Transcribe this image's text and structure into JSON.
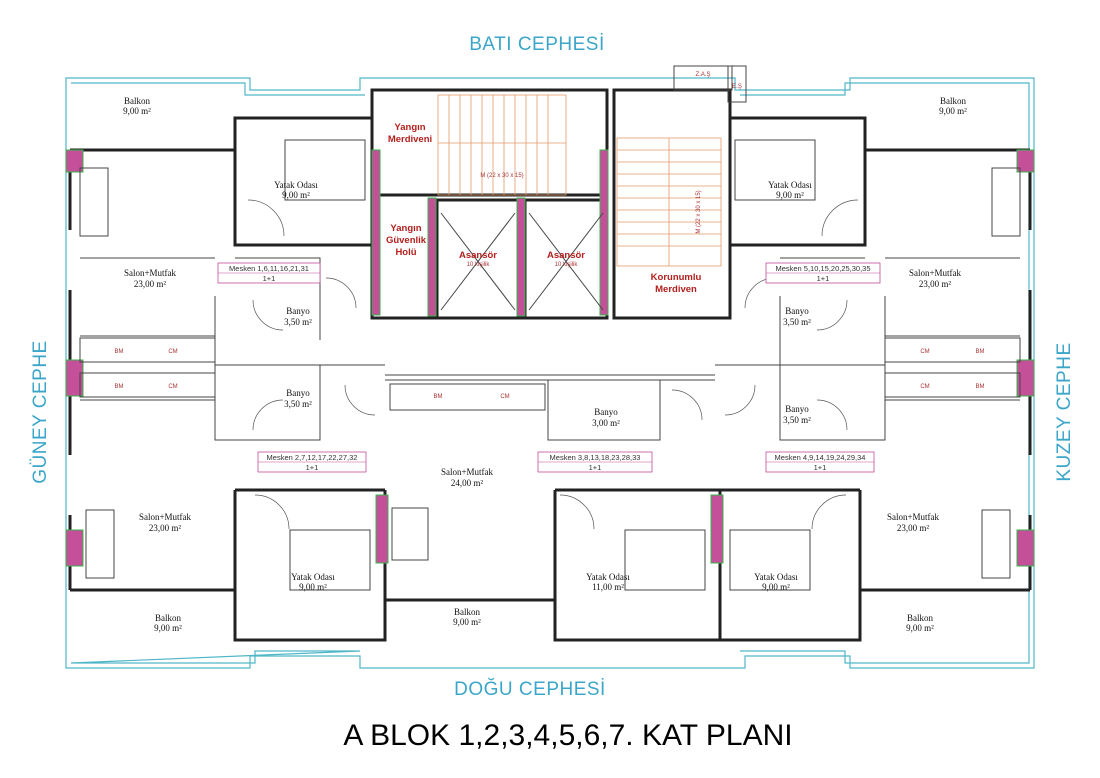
{
  "facades": {
    "west": "BATI CEPHESİ",
    "east": "DOĞU CEPHESİ",
    "south": "GÜNEY CEPHE",
    "north": "KUZEY CEPHE"
  },
  "title": "A BLOK  1,2,3,4,5,6,7. KAT PLANI",
  "core": {
    "fire_stair": "Yangın Merdiveni",
    "fire_lobby": "Yangın Güvenlik Holü",
    "elevator": "Asansör",
    "elevator_cap": "10 kişilik",
    "protected_stair": "Korunumlu Merdiven",
    "stair_dim_a": "M (22 x 30 x 15)",
    "stair_dim_b": "M (22 x 30 x 15)",
    "shaft_a": "Z.A.Ş",
    "shaft_b": "E.Ş"
  },
  "rooms": {
    "balkon": "Balkon",
    "balkon_area": "9,00 m²",
    "yatak": "Yatak Odası",
    "yatak_area": "9,00 m²",
    "yatak_big_area": "11,00 m²",
    "salon": "Salon+Mutfak",
    "salon_area": "23,00 m²",
    "salon_center_area": "24,00 m²",
    "banyo": "Banyo",
    "banyo_area": "3,50 m²",
    "banyo_center_area": "3,00 m²"
  },
  "units": {
    "nw": "Mesken  1,6,11,16,21,31",
    "ne": "Mesken  5,10,15,20,25,30,35",
    "sw": "Mesken  2,7,12,17,22,27,32",
    "sc": "Mesken  3,8,13,18,23,28,33",
    "se": "Mesken  4,9,14,19,24,29,34",
    "type": "1+1"
  },
  "fixtures": {
    "bm": "BM",
    "cm": "CM"
  }
}
